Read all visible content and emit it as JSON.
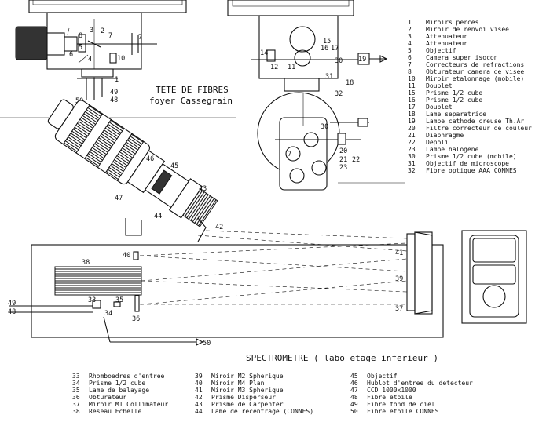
{
  "figure": {
    "fiber_head_title": [
      "TETE DE FIBRES",
      "foyer Cassegrain"
    ],
    "spectrometer_title": "SPECTROMETRE ( labo etage inferieur )"
  },
  "top_legend": [
    {
      "num": "1",
      "text": "Miroirs perces"
    },
    {
      "num": "2",
      "text": "Miroir de renvoi visee"
    },
    {
      "num": "3",
      "text": "Attenuateur"
    },
    {
      "num": "4",
      "text": "Attenuateur"
    },
    {
      "num": "5",
      "text": "Objectif"
    },
    {
      "num": "6",
      "text": "Camera super isocon"
    },
    {
      "num": "7",
      "text": "Correcteurs de refractions"
    },
    {
      "num": "8",
      "text": "Obturateur camera de visee"
    },
    {
      "num": "10",
      "text": "Miroir etalonnage (mobile)"
    },
    {
      "num": "11",
      "text": "Doublet"
    },
    {
      "num": "15",
      "text": "Prisme 1/2 cube"
    },
    {
      "num": "16",
      "text": "Prisme 1/2 cube"
    },
    {
      "num": "17",
      "text": "Doublet"
    },
    {
      "num": "18",
      "text": "Lame separatrice"
    },
    {
      "num": "19",
      "text": "Lampe cathode creuse Th.Ar"
    },
    {
      "num": "20",
      "text": "Filtre correcteur de couleur"
    },
    {
      "num": "21",
      "text": "Diaphragme"
    },
    {
      "num": "22",
      "text": "Depoli"
    },
    {
      "num": "23",
      "text": "Lampe halogene"
    },
    {
      "num": "30",
      "text": "Prisme 1/2 cube (mobile)"
    },
    {
      "num": "31",
      "text": "Objectif de microscope"
    },
    {
      "num": "32",
      "text": "Fibre optique AAA CONNES"
    }
  ],
  "bottom_legend": {
    "col1": [
      {
        "num": "33",
        "text": "Rhomboedres d'entree"
      },
      {
        "num": "34",
        "text": "Prisme 1/2 cube"
      },
      {
        "num": "35",
        "text": "Lame de balayage"
      },
      {
        "num": "36",
        "text": "Obturateur"
      },
      {
        "num": "37",
        "text": "Miroir M1 Collimateur"
      },
      {
        "num": "38",
        "text": "Reseau Echelle"
      }
    ],
    "col2": [
      {
        "num": "39",
        "text": "Miroir M2 Spherique"
      },
      {
        "num": "40",
        "text": "Miroir M4 Plan"
      },
      {
        "num": "41",
        "text": "Miroir M3 Spherique"
      },
      {
        "num": "42",
        "text": "Prisme Disperseur"
      },
      {
        "num": "43",
        "text": "Prisme de Carpenter"
      },
      {
        "num": "44",
        "text": "Lame de recentrage (CONNES)"
      }
    ],
    "col3": [
      {
        "num": "45",
        "text": "Objectif"
      },
      {
        "num": "46",
        "text": "Hublot d'entree du detecteur"
      },
      {
        "num": "47",
        "text": "CCD 1000x1000"
      },
      {
        "num": "48",
        "text": "Fibre etoile"
      },
      {
        "num": "49",
        "text": "Fibre fond de ciel"
      },
      {
        "num": "50",
        "text": "Fibre etoile CONNES"
      }
    ]
  },
  "callouts": {
    "c1": "1",
    "c2": "2",
    "c3": "3",
    "c4": "4",
    "c5": "5",
    "c6": "6",
    "c7a": "7",
    "c7b": "7",
    "c8": "8",
    "c10": "10",
    "c48a": "48",
    "c49a": "49",
    "c50a": "50",
    "c11": "11",
    "c12": "12",
    "c14": "14",
    "c15": "15",
    "c16": "16",
    "c17": "17",
    "c18": "18",
    "c19": "19",
    "c20": "20",
    "c21": "21",
    "c22": "22",
    "c23": "23",
    "c30": "30",
    "c31": "31",
    "c32": "32",
    "c7c": "7",
    "c33": "33",
    "c34": "34",
    "c35": "35",
    "c36": "36",
    "c37": "37",
    "c38": "38",
    "c39": "39",
    "c40": "40",
    "c41": "41",
    "c42": "42",
    "c43": "43",
    "c44": "44",
    "c45": "45",
    "c46": "46",
    "c47": "47",
    "c48b": "48",
    "c49b": "49",
    "c50b": "50"
  }
}
